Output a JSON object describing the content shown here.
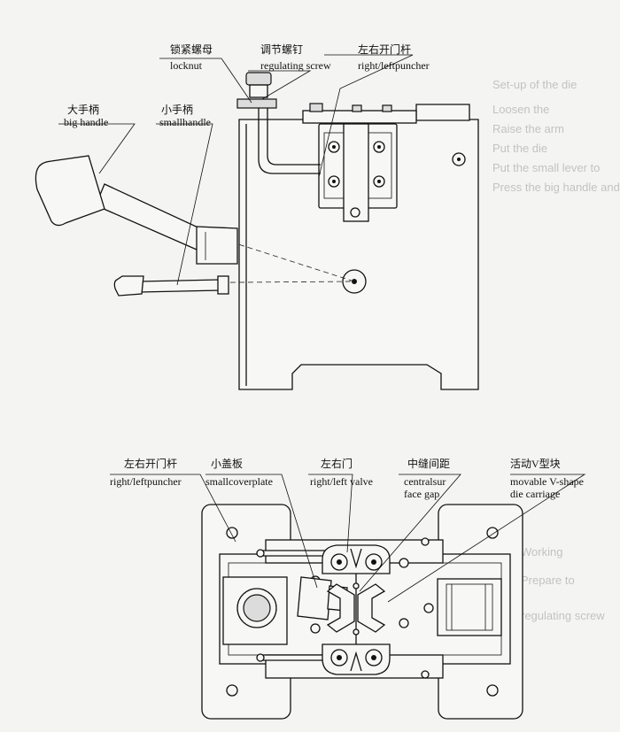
{
  "background_text": {
    "line1": "Set-up of the die",
    "line2": "Loosen the",
    "line3": "Raise the arm",
    "line4": "Put the die",
    "line5": "Put the small lever to",
    "line6": "Press the big handle and the",
    "line7": "Working",
    "line8": "Prepare to",
    "line9": "regulating screw"
  },
  "side_view": {
    "labels": {
      "locknut_cn": "锁紧螺母",
      "locknut_en": "locknut",
      "regulating_screw_cn": "调节螺钉",
      "regulating_screw_en": "regulating screw",
      "right_leftpuncher_cn": "左右开门杆",
      "right_leftpuncher_en": "right/leftpuncher",
      "big_handle_cn": "大手柄",
      "big_handle_en": "big handle",
      "small_handle_cn": "小手柄",
      "small_handle_en": "smallhandle"
    }
  },
  "top_view": {
    "labels": {
      "right_leftpuncher_cn": "左右开门杆",
      "right_leftpuncher_en": "right/leftpuncher",
      "small_cover_plate_cn": "小盖板",
      "small_cover_plate_en": "smallcoverplate",
      "right_left_valve_cn": "左右门",
      "right_left_valve_en": "right/left valve",
      "central_gap_cn": "中缝间距",
      "central_gap_en_line1": "centralsur",
      "central_gap_en_line2": "face gap",
      "v_die_cn": "活动V型块",
      "v_die_en_line1": "movable V-shape",
      "v_die_en_line2": "die carriage"
    }
  }
}
